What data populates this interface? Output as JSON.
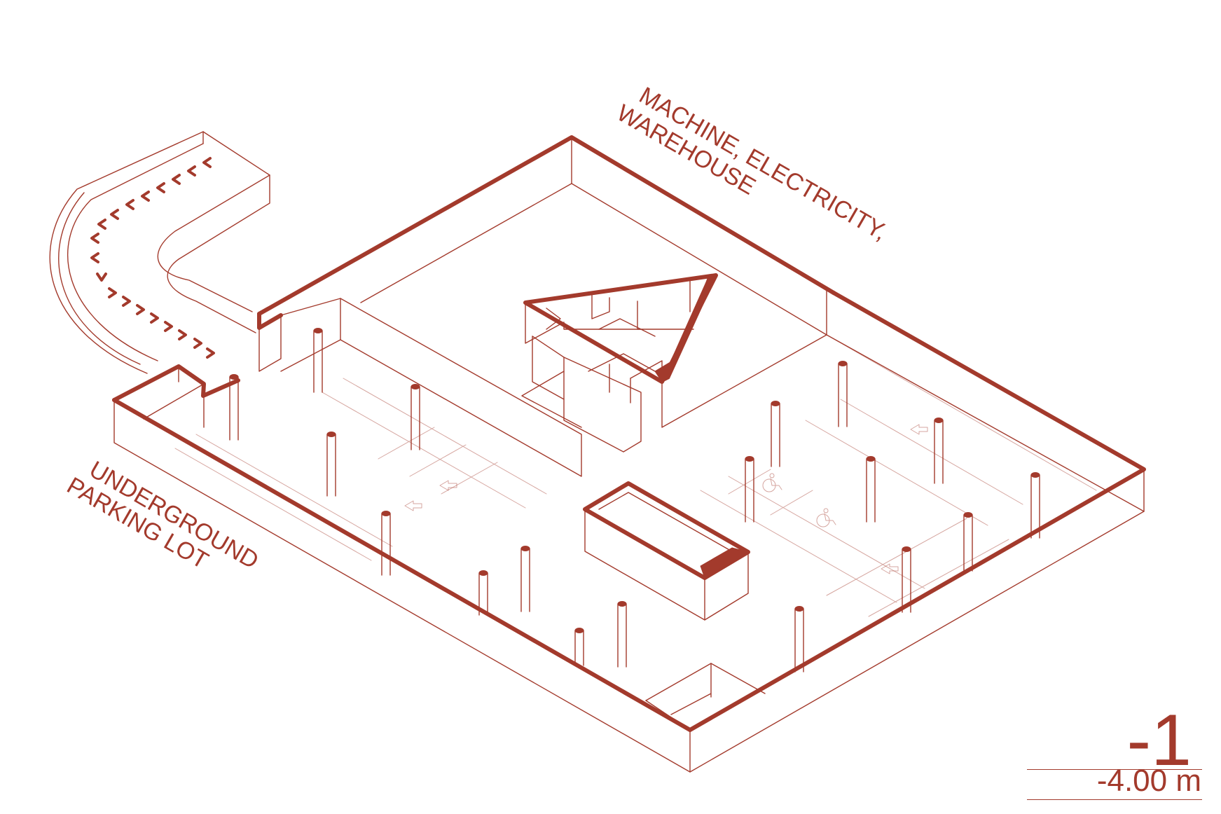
{
  "colors": {
    "accent": "#a33a2c"
  },
  "labels": {
    "storage_line1": "MACHINE, ELECTRICITY,",
    "storage_line2": "WAREHOUSE",
    "parking_line1": "UNDERGROUND",
    "parking_line2": "PARKING LOT"
  },
  "level": {
    "number": "-1",
    "elevation": "-4.00 m"
  },
  "icons": {
    "ramp": "chevron-arrows-icon",
    "accessible": "wheelchair-icon",
    "direction": "direction-arrow-icon"
  }
}
